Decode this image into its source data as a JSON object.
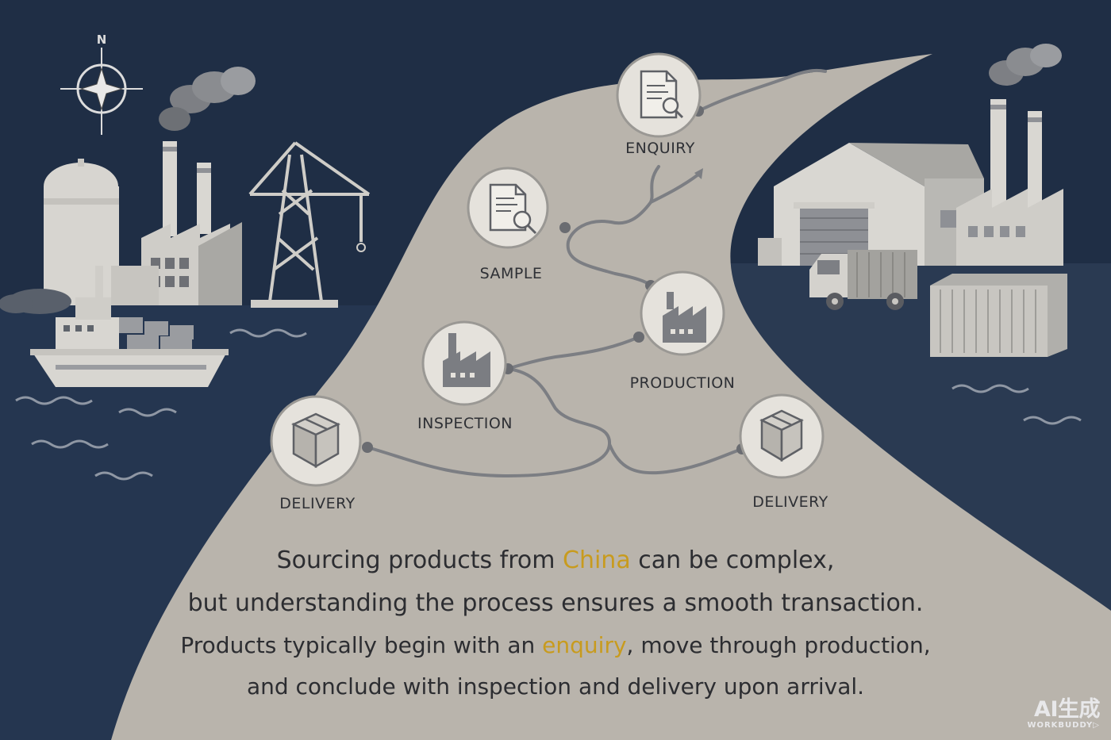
{
  "steps": [
    {
      "id": "enquiry",
      "label": "ENQUIRY",
      "icon": "document-search-icon"
    },
    {
      "id": "sample",
      "label": "SAMPLE",
      "icon": "document-search-icon"
    },
    {
      "id": "production",
      "label": "PRODUCTION",
      "icon": "factory-icon"
    },
    {
      "id": "inspection",
      "label": "INSPECTION",
      "icon": "factory-icon"
    },
    {
      "id": "delivery_left",
      "label": "DELIVERY",
      "icon": "box-icon"
    },
    {
      "id": "delivery_right",
      "label": "DELIVERY",
      "icon": "box-icon"
    }
  ],
  "compass": {
    "north_label": "N"
  },
  "caption": {
    "line1_before": "Sourcing products from ",
    "line1_highlight": "China",
    "line1_after": " can be complex,",
    "line2": "but understanding the process ensures a smooth transaction.",
    "line3_before": "Products typically begin with an ",
    "line3_highlight": "enquiry",
    "line3_after": ", move through production,",
    "line4": "and conclude with inspection and delivery upon arrival."
  },
  "watermark": {
    "main": "AI生成",
    "sub": "WORKBUDDY"
  },
  "colors": {
    "sky": "#1f2e45",
    "road": "#b8b3ab",
    "highlight": "#c89b1e",
    "text": "#2c2d31"
  }
}
